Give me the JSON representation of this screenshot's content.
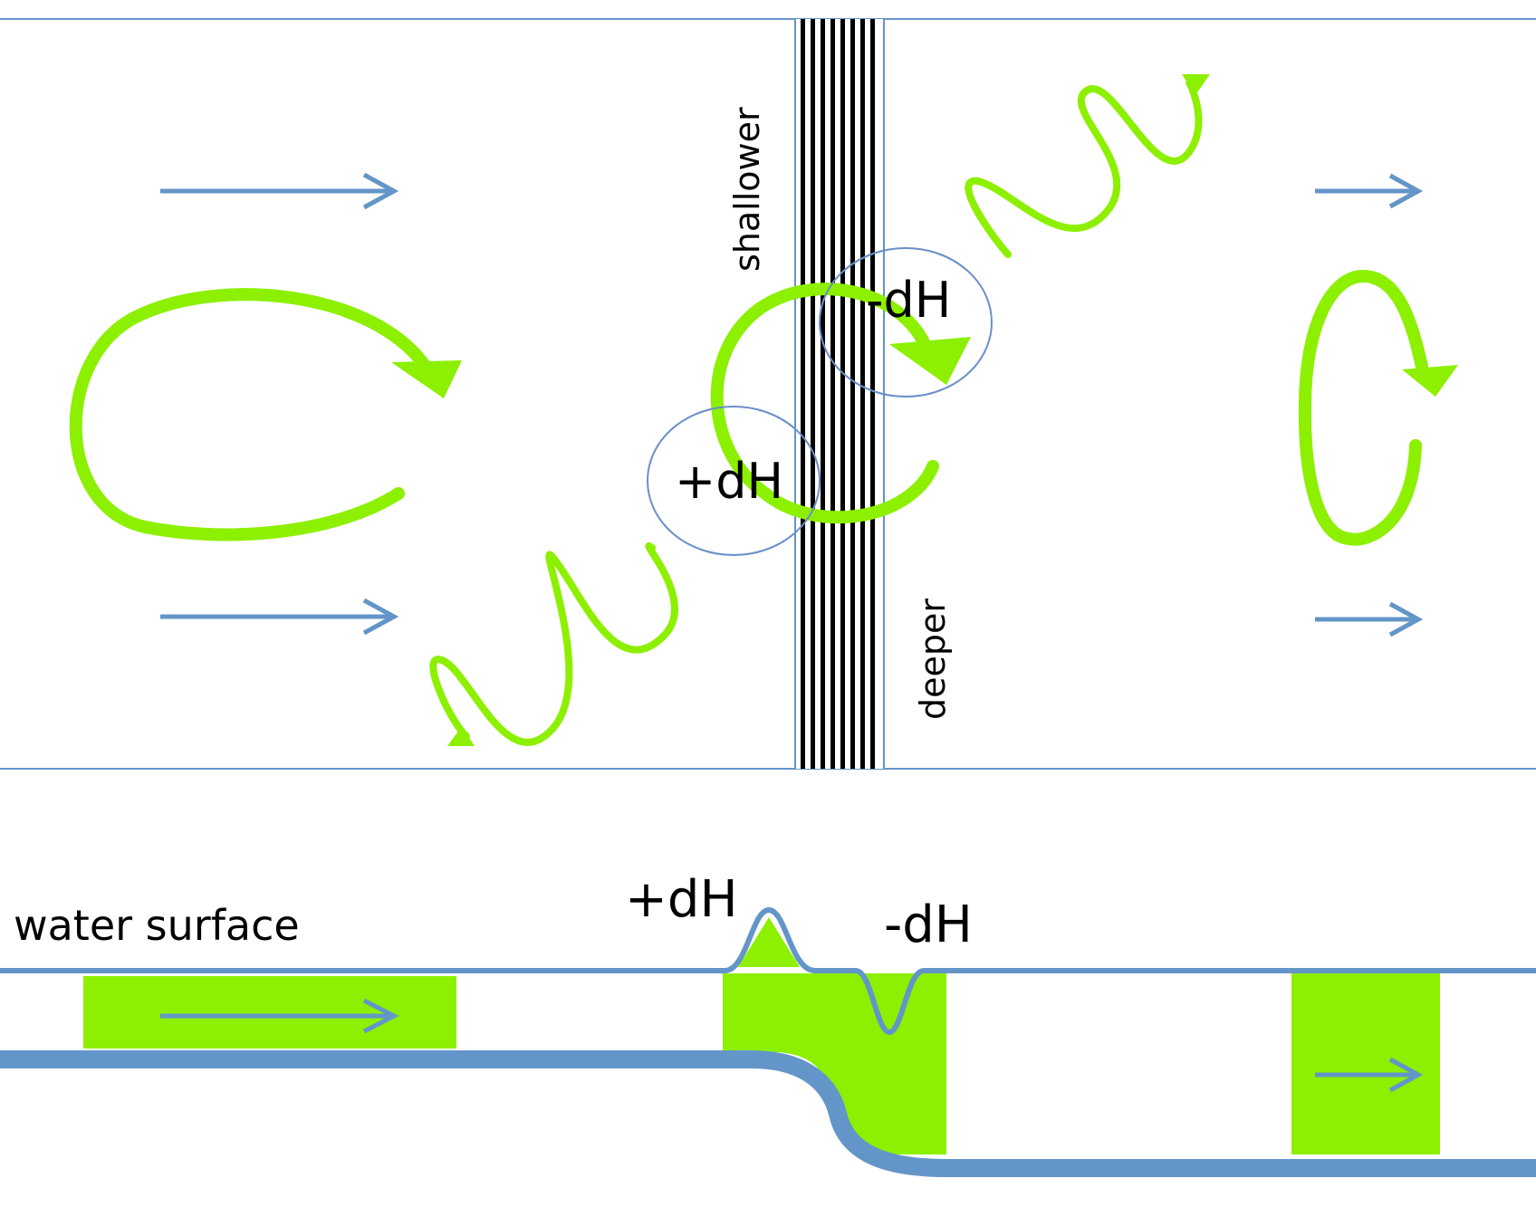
{
  "labels": {
    "shallower": "shallower",
    "deeper": "deeper",
    "plus_dh_circle": "+dH",
    "minus_dh_circle": "-dH",
    "water_surface": "water surface",
    "plus_dh_profile": "+dH",
    "minus_dh_profile": "-dH"
  },
  "colors": {
    "flow_blue": "#6495C8",
    "vortex_green": "#8CF000",
    "stripe_black": "#000000",
    "circle_blue": "#6A8FC8"
  },
  "icons": {
    "flow": "arrow-right-icon",
    "vortex": "circular-arrow-icon",
    "wave": "wavy-arrow-icon"
  }
}
